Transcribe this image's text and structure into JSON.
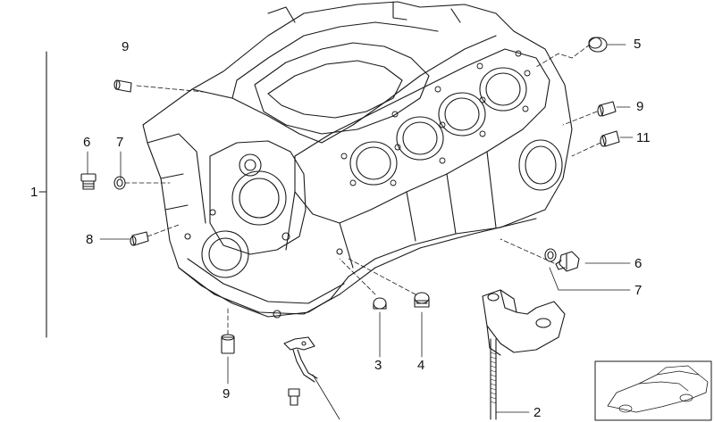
{
  "labels": {
    "part_1": "1",
    "part_2": "2",
    "part_3": "3",
    "part_4": "4",
    "part_5": "5",
    "part_6_left": "6",
    "part_6_right": "6",
    "part_7_left": "7",
    "part_7_right": "7",
    "part_8": "8",
    "part_9_top": "9",
    "part_9_right": "9",
    "part_9_bottom": "9",
    "part_11": "11"
  },
  "colors": {
    "line": "#1a1a1a",
    "background": "#ffffff"
  }
}
